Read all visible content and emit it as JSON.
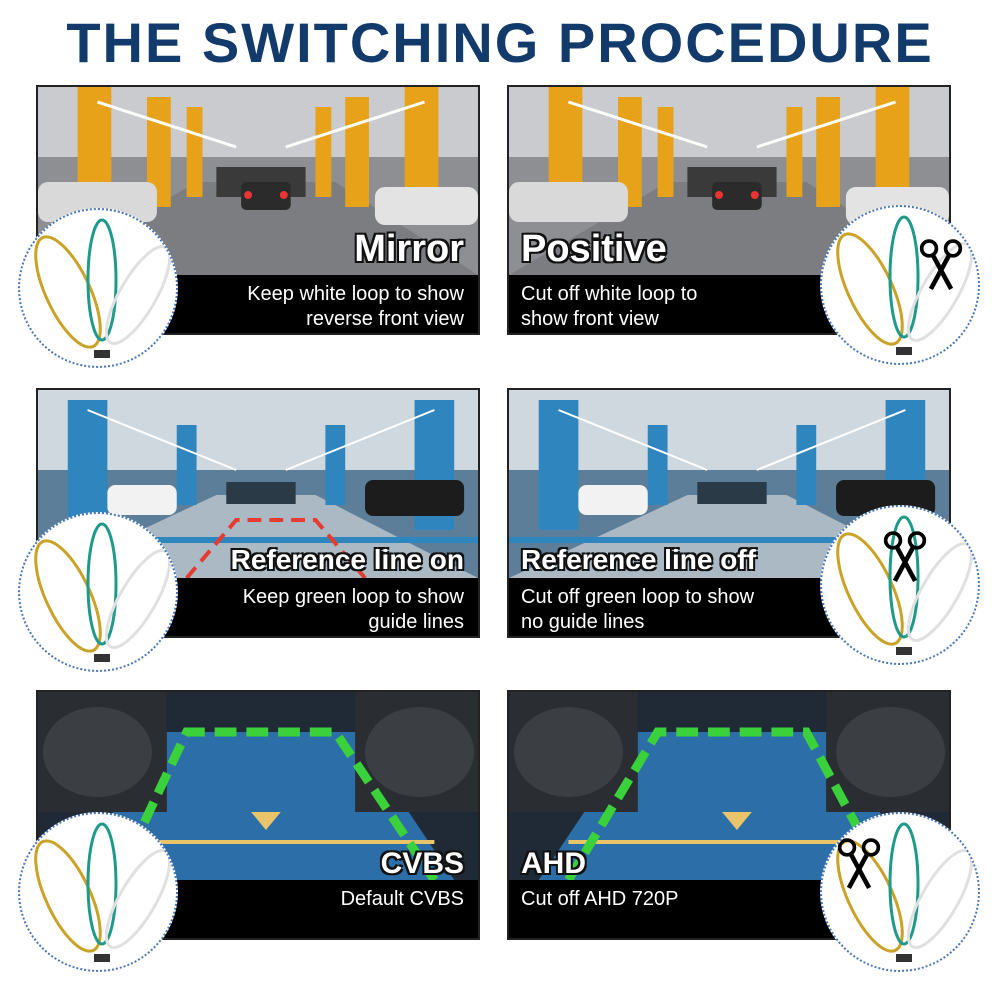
{
  "title": "THE SWITCHING PROCEDURE",
  "panels": [
    {
      "heading": "Mirror",
      "description": "Keep white loop to show\nreverse front view",
      "icon": "wire-loops"
    },
    {
      "heading": "Positive",
      "description": "Cut off white loop to\nshow front view",
      "icon": "wire-loops-scissors"
    },
    {
      "heading": "Reference line on",
      "description": "Keep green loop to show\nguide lines",
      "icon": "wire-loops"
    },
    {
      "heading": "Reference line off",
      "description": "Cut off green loop to show\nno guide lines",
      "icon": "wire-loops-scissors"
    },
    {
      "heading": "CVBS",
      "description": "Default CVBS",
      "icon": "wire-loops"
    },
    {
      "heading": "AHD",
      "description": "Cut off AHD 720P",
      "icon": "wire-loops-scissors"
    }
  ],
  "colors": {
    "title": "#123b6b",
    "yellow_loop": "#c9a227",
    "green_loop": "#1f9a8a",
    "white_loop": "#e8e8e8",
    "pillar": "#e8a21a",
    "parking_blue": "#2c6fa8"
  }
}
